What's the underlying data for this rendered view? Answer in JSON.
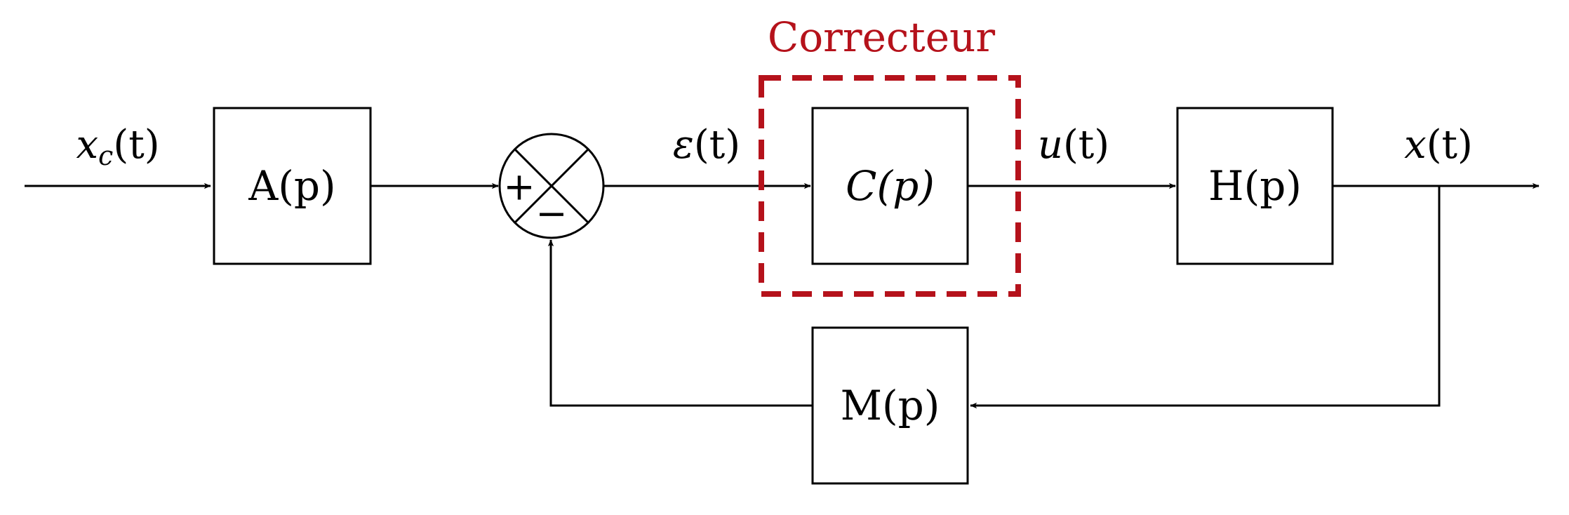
{
  "colors": {
    "line": "#000000",
    "accent": "#b5121b",
    "background": "#ffffff"
  },
  "blocks": {
    "a": "A(p)",
    "c": "C(p)",
    "h": "H(p)",
    "m": "M(p)"
  },
  "signals": {
    "input": {
      "base": "x",
      "sub": "c",
      "arg": "(t)"
    },
    "error": {
      "base": "ε",
      "arg": "(t)"
    },
    "command": {
      "base": "u",
      "arg": "(t)"
    },
    "output": {
      "base": "x",
      "arg": "(t)"
    }
  },
  "summing_junction": {
    "plus_sign": "+",
    "minus_sign": "−"
  },
  "corrector": {
    "label": "Correcteur"
  }
}
